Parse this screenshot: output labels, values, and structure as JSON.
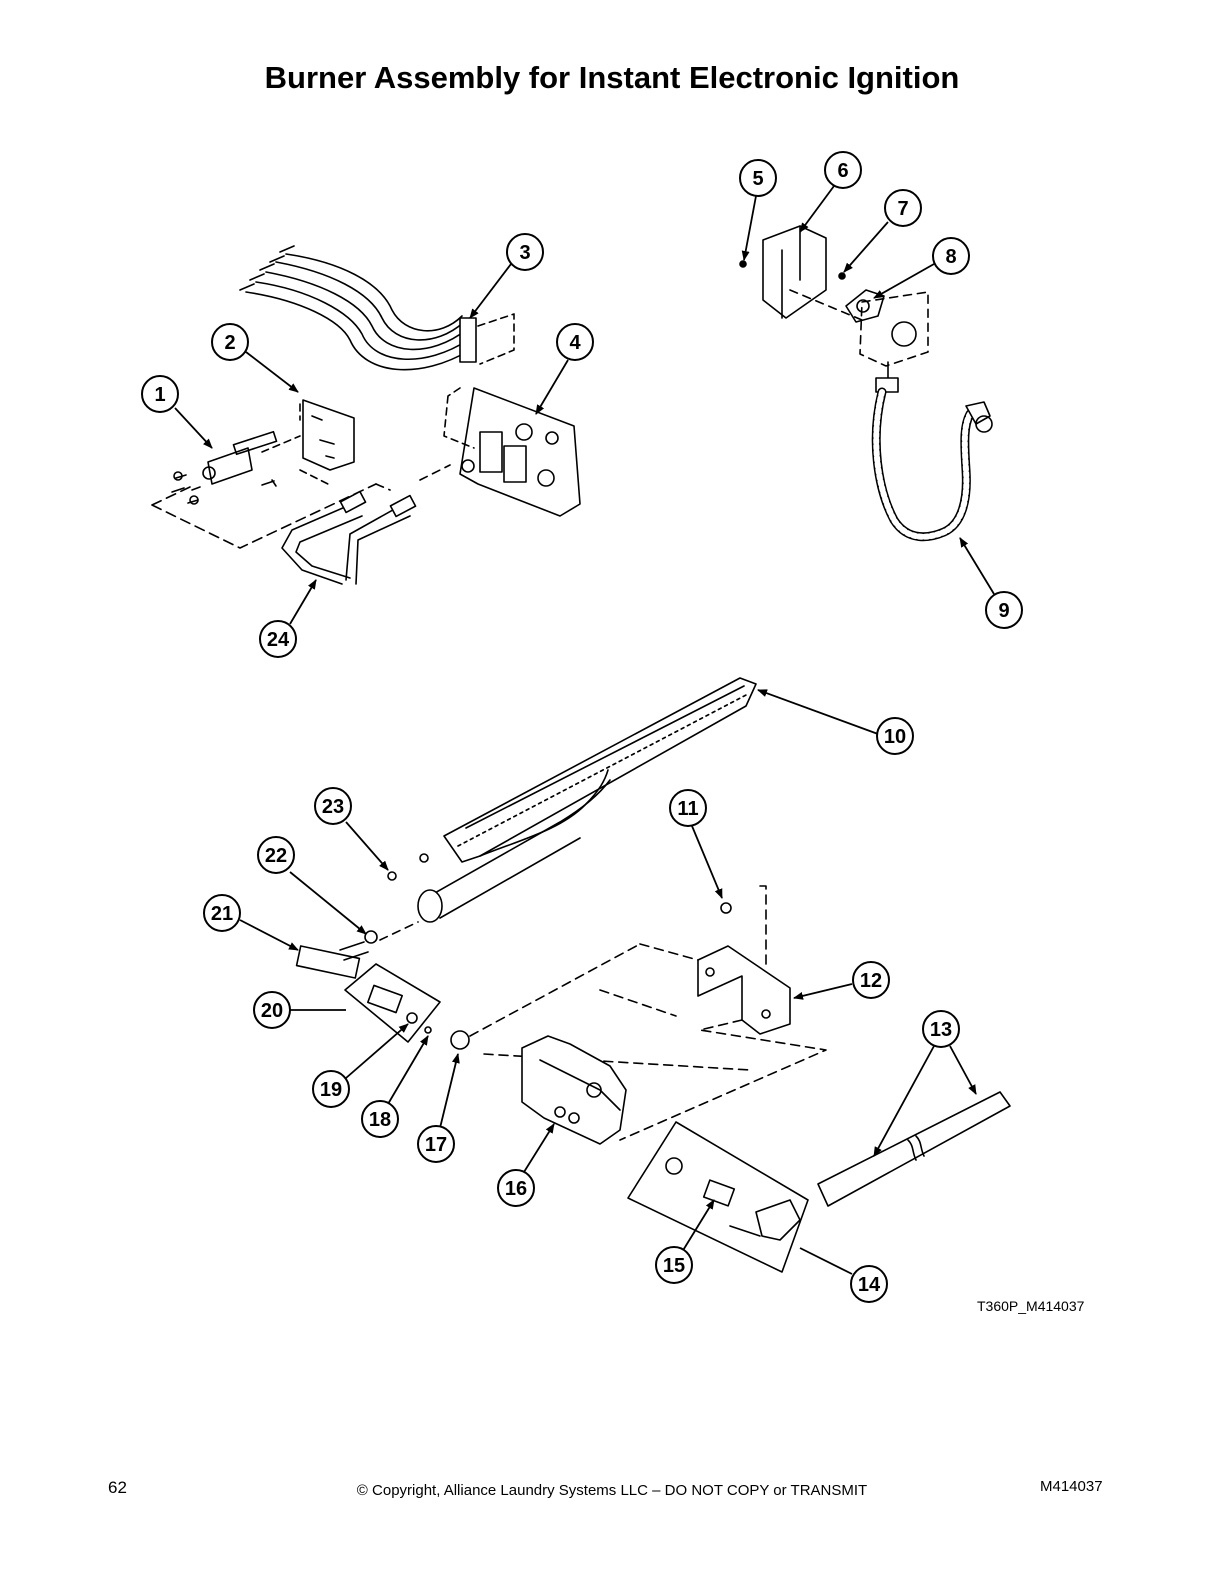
{
  "title": "Burner Assembly for Instant Electronic Ignition",
  "callouts": [
    "1",
    "2",
    "3",
    "4",
    "5",
    "6",
    "7",
    "8",
    "9",
    "10",
    "11",
    "12",
    "13",
    "14",
    "15",
    "16",
    "17",
    "18",
    "19",
    "20",
    "21",
    "22",
    "23",
    "24"
  ],
  "figure_code": "T360P_M414037",
  "footer": {
    "page_number": "62",
    "copyright": "© Copyright, Alliance Laundry Systems LLC – DO NOT COPY or TRANSMIT",
    "document_id": "M414037"
  }
}
